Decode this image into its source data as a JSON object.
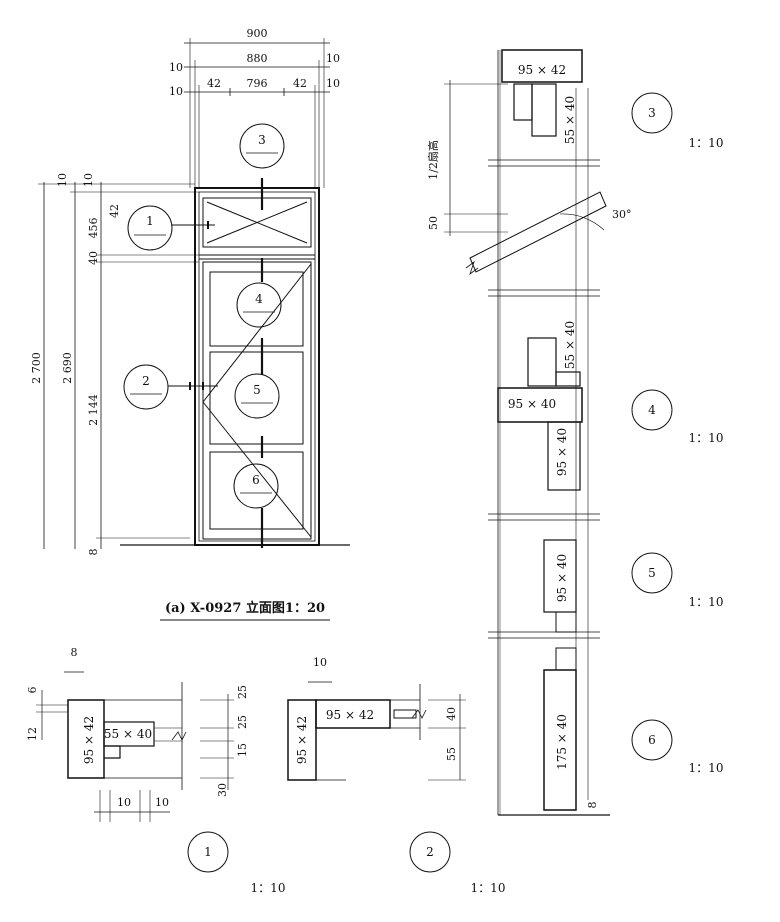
{
  "title": "(a) X-0927  立面图1：20",
  "elevation": {
    "top_dims": [
      "900",
      "880",
      "796",
      "42",
      "42",
      "10",
      "10",
      "10",
      "10"
    ],
    "left_dims": [
      "10",
      "10",
      "2 700",
      "2 690",
      "456",
      "42",
      "40",
      "2 144",
      "8"
    ],
    "callouts": [
      "1",
      "2",
      "3",
      "4",
      "5",
      "6"
    ]
  },
  "details": {
    "d1": {
      "tag": "1",
      "scale": "1：10",
      "dims": [
        "8",
        "6",
        "12",
        "10",
        "10",
        "25",
        "25",
        "15",
        "30"
      ],
      "sections": [
        "95 × 42",
        "55 × 40"
      ]
    },
    "d2": {
      "tag": "2",
      "scale": "1：10",
      "dims": [
        "10",
        "40",
        "55"
      ],
      "sections": [
        "95 × 42",
        "95 × 42"
      ]
    },
    "d3": {
      "tag": "3",
      "scale": "1：10",
      "sections": [
        "95 × 42",
        "55 × 40"
      ],
      "dims": [
        "1/2扇高",
        "50"
      ],
      "angle": "30°"
    },
    "d4": {
      "tag": "4",
      "scale": "1：10",
      "sections": [
        "55 × 40",
        "95 × 40",
        "95 × 40"
      ]
    },
    "d5": {
      "tag": "5",
      "scale": "1：10",
      "sections": [
        "95 × 40"
      ]
    },
    "d6": {
      "tag": "6",
      "scale": "1：10",
      "sections": [
        "175 × 40"
      ],
      "dims": [
        "8"
      ]
    }
  }
}
